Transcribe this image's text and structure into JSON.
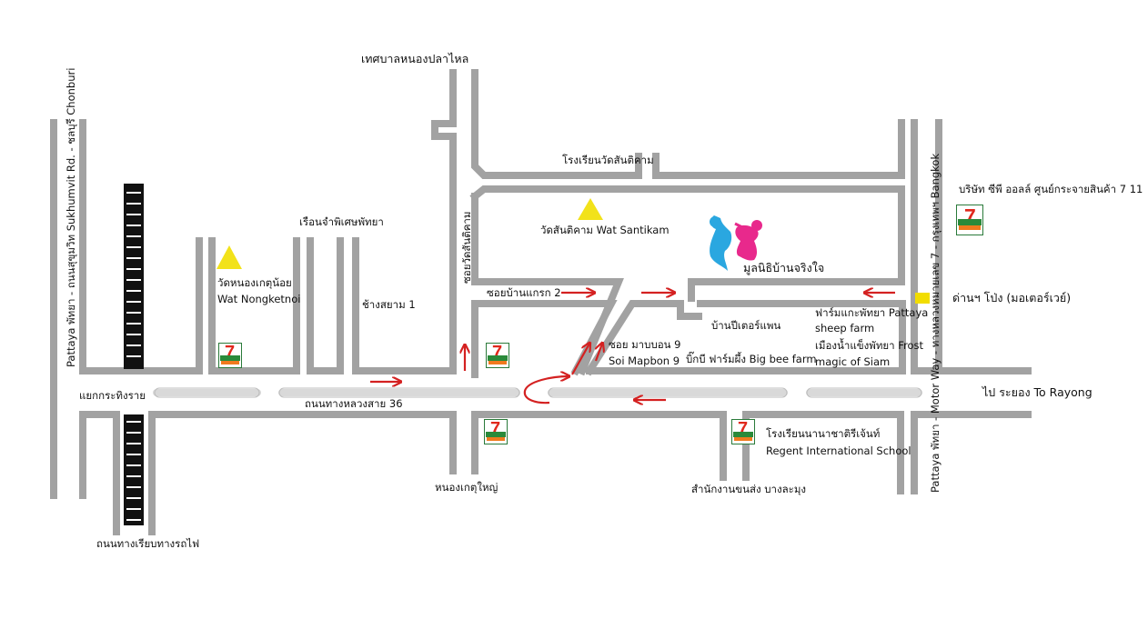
{
  "labels": {
    "north_top": "เทศบาลหนองปลาไหล",
    "sukhumvit": "Pattaya พัทยา - ถนนสุขุมวิท Sukhumvit Rd. - ชลบุรี Chonburi",
    "motorway": "Pattaya พัทยา - Motor Way - ทางหลวงหมายเลข 7 - กรุงเทพฯ Bangkok",
    "soi_santikam": "ซอยวัดสันติคาม",
    "school_santikam": "โรงเรียนวัดสันติคาม",
    "wat_santikam": "วัดสันติคาม Wat Santikam",
    "foundation": "มูลนิธิบ้านจริงใจ",
    "cp_all": "บริษัท ซีพี ออลล์ ศูนย์กระจายสินค้า 7 11",
    "toll": "ด่านฯ โป่ง (มอเตอร์เวย์)",
    "prison": "เรือนจำพิเศษพัทยา",
    "wat_nongketnoi_th": "วัดหนองเกตุน้อย",
    "wat_nongketnoi_en": "Wat Nongketnoi",
    "chang_siam": "ช้างสยาม 1",
    "soi_ban_kraek": "ซอยบ้านแกรก 2",
    "peter_pan": "บ้านปีเตอร์แพน",
    "sheep_farm_1": "ฟาร์มแกะพัทยา Pattaya",
    "sheep_farm_2": "sheep farm",
    "ice_1": "เมืองน้ำแข็งพัทยา Frost",
    "ice_2": "magic of Siam",
    "mapbon_th": "ซอย มาบบอน 9",
    "mapbon_en": "Soi Mapbon 9",
    "bee_farm": "บิ๊กบี ฟาร์มผึ้ง Big bee farm",
    "intersection": "แยกกระทิงราย",
    "highway36": "ถนนทางหลวงสาย 36",
    "to_rayong": "ไป ระยอง  To Rayong",
    "nong_ket_yai": "หนองเกตุใหญ่",
    "regent_th": "โรงเรียนนานาชาติรีเจ้นท์",
    "regent_en": "Regent International School",
    "transport_office": "สำนักงานขนส่ง บางละมุง",
    "railway": "ถนนทางเรียบทางรถไฟ"
  },
  "icons": {
    "store": "seven-eleven-logo-icon",
    "temple": "temple-triangle-icon",
    "foundation_logo": "children-figures-logo",
    "toll_marker": "toll-gate-marker",
    "direction": "direction-arrow-icon"
  },
  "colors": {
    "road": "#a2a2a2",
    "median": "#d9d9d9",
    "arrow": "#d42121",
    "temple": "#f2e21a",
    "toll": "#f2dd00",
    "seven_green": "#2a8a3a",
    "seven_red": "#e0281c",
    "seven_orange": "#f07a1e",
    "logo_blue": "#2aa7e0",
    "logo_pink": "#e8298c"
  }
}
